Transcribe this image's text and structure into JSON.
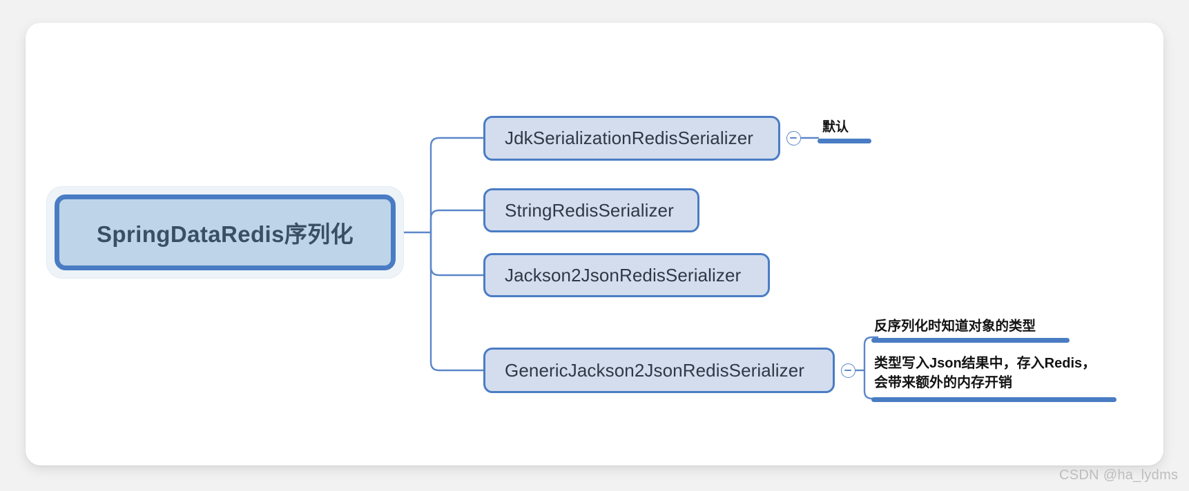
{
  "canvas": {
    "background_color": "#f2f2f2",
    "card_background": "#ffffff"
  },
  "palette": {
    "node_border": "#4a7cc4",
    "root_fill": "#bed4e8",
    "child_fill": "#d3ddee",
    "connector": "#5b86c9",
    "annotation_bar": "#4a7cc4",
    "root_text": "#3b4f63",
    "child_text": "#303845",
    "annotation_text": "#121212",
    "watermark_text": "#bdbdbd"
  },
  "mindmap": {
    "root": {
      "label": "SpringDataRedis序列化"
    },
    "children": [
      {
        "label": "JdkSerializationRedisSerializer",
        "toggle_icon": "collapse-minus-icon",
        "toggle_state": "expanded"
      },
      {
        "label": "StringRedisSerializer",
        "toggle_icon": "",
        "toggle_state": "none"
      },
      {
        "label": "Jackson2JsonRedisSerializer",
        "toggle_icon": "",
        "toggle_state": "none"
      },
      {
        "label": "GenericJackson2JsonRedisSerializer",
        "toggle_icon": "collapse-minus-icon",
        "toggle_state": "expanded"
      }
    ],
    "annotations": [
      {
        "parent": "JdkSerializationRedisSerializer",
        "text": "默认"
      },
      {
        "parent": "GenericJackson2JsonRedisSerializer",
        "text": "反序列化时知道对象的类型"
      },
      {
        "parent": "GenericJackson2JsonRedisSerializer",
        "text": "类型写入Json结果中，存入Redis，\n会带来额外的内存开销"
      }
    ]
  },
  "watermark": {
    "text": "CSDN @ha_lydms"
  }
}
